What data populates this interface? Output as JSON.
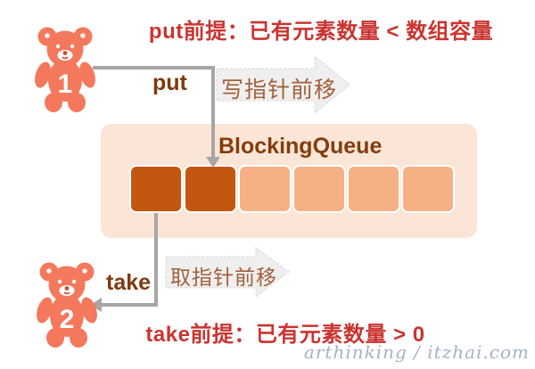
{
  "titles": {
    "put_precondition": "put前提：已有元素数量 < 数组容量",
    "take_precondition": "take前提：已有元素数量 > 0"
  },
  "producer": {
    "number": "1",
    "action_label": "put",
    "pointer_label": "写指针前移"
  },
  "consumer": {
    "number": "2",
    "action_label": "take",
    "pointer_label": "取指针前移"
  },
  "queue": {
    "title": "BlockingQueue",
    "capacity": 6,
    "filled_count": 2,
    "cells": [
      "filled",
      "filled",
      "empty",
      "empty",
      "empty",
      "empty"
    ]
  },
  "watermark": "arthinking / itzhai.com",
  "colors": {
    "precondition_text": "#CA3430",
    "action_text": "#7E3A0B",
    "pointer_text": "#A4613C",
    "queue_box_bg": "#FBE5D6",
    "cell_filled": "#C4570F",
    "cell_empty": "#F5B184",
    "connector_gray": "#A6A6A6",
    "block_arrow_fill": "#EFEFEF",
    "bear": "#F4785C",
    "watermark_text": "#A4B2C3"
  }
}
